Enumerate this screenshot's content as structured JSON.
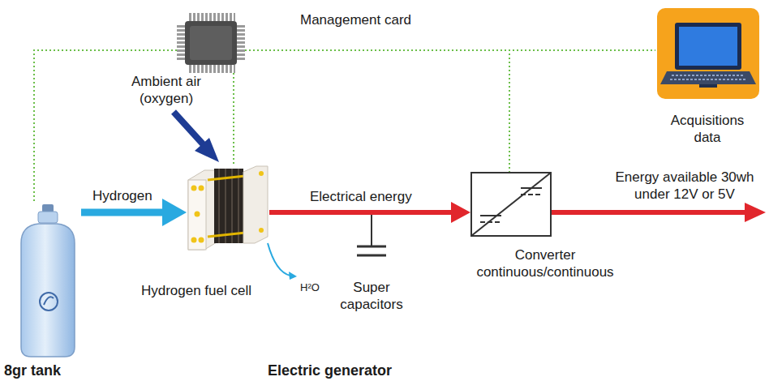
{
  "diagram": {
    "nodes": [
      {
        "text": [
          "Management card"
        ]
      },
      {
        "text": [
          "Acquisitions data"
        ]
      },
      {
        "text": [
          "8gr tank"
        ]
      },
      {
        "text": [
          "Hydrogen fuel cell"
        ]
      },
      {
        "text": [
          "Super capacitors"
        ]
      },
      {
        "text": [
          "Converter continuous/continuous"
        ]
      }
    ],
    "edges": [
      {
        "from": 2,
        "to": 3,
        "label": "Hydrogen",
        "arrow": "to"
      },
      {
        "from": 3,
        "to": 5,
        "label": "Electrical energy",
        "arrow": "to"
      },
      {
        "from": 0,
        "to": 2,
        "arrow": "none"
      },
      {
        "from": 0,
        "to": 3,
        "arrow": "none"
      },
      {
        "from": 0,
        "to": 1,
        "arrow": "none"
      },
      {
        "from": 0,
        "to": 5,
        "arrow": "none"
      }
    ],
    "labels": [
      "Ambient air (oxygen)",
      "H²O",
      "Energy available 30wh under 12V or 5V",
      "Electric generator"
    ]
  }
}
